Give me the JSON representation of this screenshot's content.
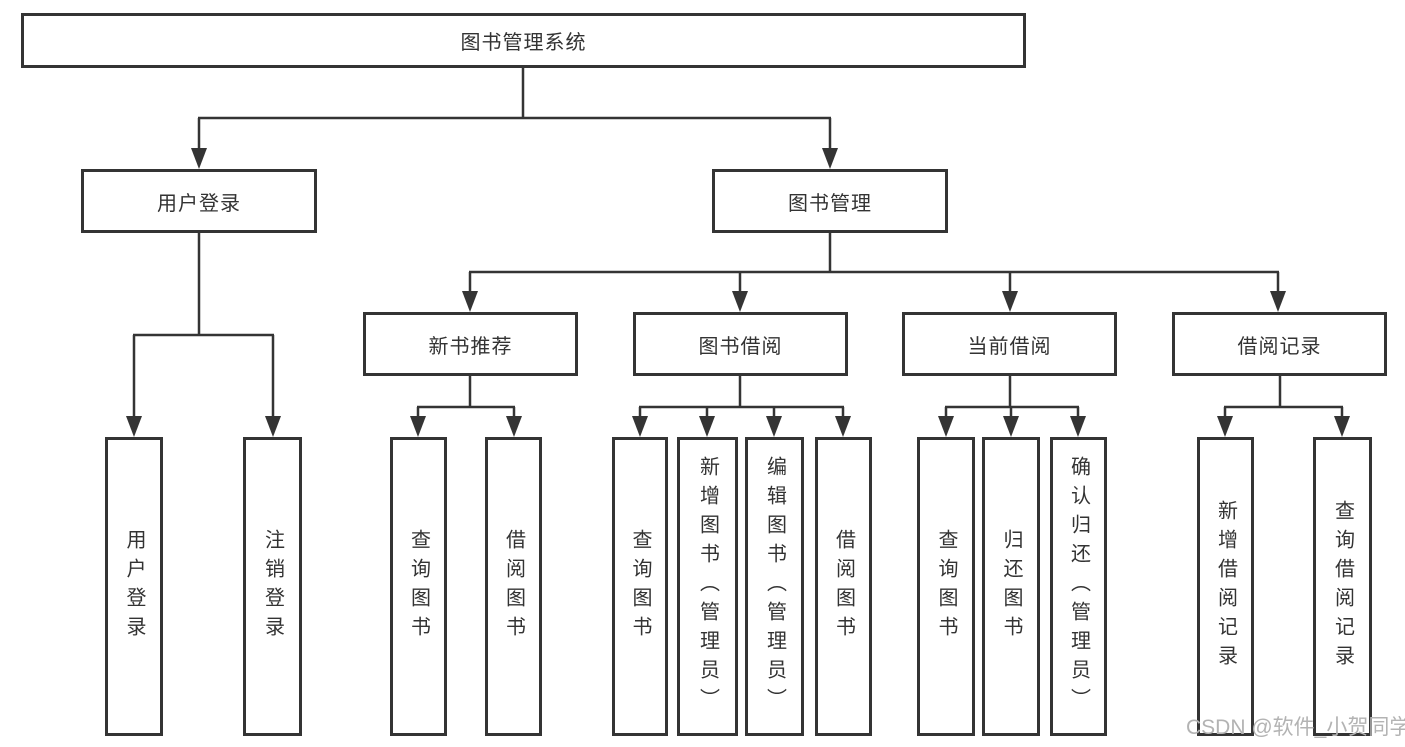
{
  "diagram_type": "hierarchy-chart",
  "colors": {
    "line": "#343434",
    "box_border": "#343434",
    "text": "#333333",
    "watermark": "#b3b3b3",
    "background": "#ffffff"
  },
  "tree": {
    "label": "图书管理系统",
    "children": [
      {
        "label": "用户登录",
        "children": [
          {
            "label": "用户登录"
          },
          {
            "label": "注销登录"
          }
        ]
      },
      {
        "label": "图书管理",
        "children": [
          {
            "label": "新书推荐",
            "children": [
              {
                "label": "查询图书"
              },
              {
                "label": "借阅图书"
              }
            ]
          },
          {
            "label": "图书借阅",
            "children": [
              {
                "label": "查询图书"
              },
              {
                "label": "新增图书（管理员）"
              },
              {
                "label": "编辑图书（管理员）"
              },
              {
                "label": "借阅图书"
              }
            ]
          },
          {
            "label": "当前借阅",
            "children": [
              {
                "label": "查询图书"
              },
              {
                "label": "归还图书"
              },
              {
                "label": "确认归还（管理员）"
              }
            ]
          },
          {
            "label": "借阅记录",
            "children": [
              {
                "label": "新增借阅记录"
              },
              {
                "label": "查询借阅记录"
              }
            ]
          }
        ]
      }
    ]
  },
  "watermark": {
    "text": "CSDN @软件_小贺同学"
  }
}
